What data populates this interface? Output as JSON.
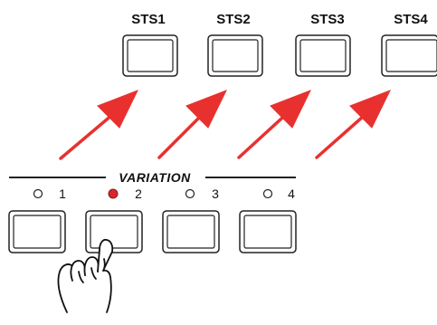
{
  "sts_buttons": [
    {
      "label": "STS1"
    },
    {
      "label": "STS2"
    },
    {
      "label": "STS3"
    },
    {
      "label": "STS4"
    }
  ],
  "variation": {
    "title": "VARIATION",
    "buttons": [
      {
        "label": "1",
        "led": "off"
      },
      {
        "label": "2",
        "led": "on"
      },
      {
        "label": "3",
        "led": "off"
      },
      {
        "label": "4",
        "led": "off"
      }
    ]
  },
  "colors": {
    "arrow": "#e8312f",
    "led_on": "#d7262b",
    "stroke": "#222222"
  },
  "icons": {
    "pointer": "hand-pointer-icon",
    "arrow": "arrow-up-right-icon"
  }
}
